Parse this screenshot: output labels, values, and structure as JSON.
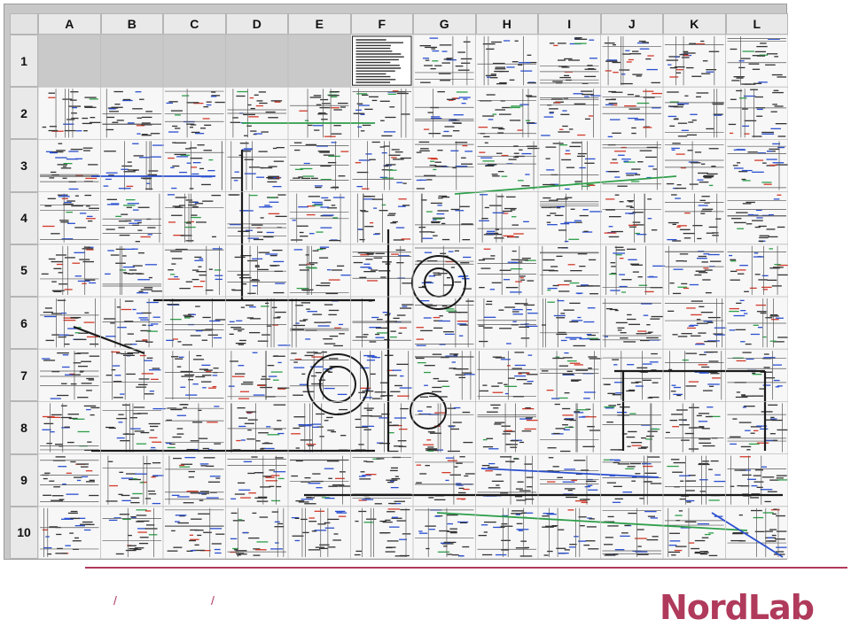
{
  "chart": {
    "columns": [
      "A",
      "B",
      "C",
      "D",
      "E",
      "F",
      "G",
      "H",
      "I",
      "J",
      "K",
      "L"
    ],
    "rows": [
      "1",
      "2",
      "3",
      "4",
      "5",
      "6",
      "7",
      "8",
      "9",
      "10"
    ],
    "colors": {
      "line_black": "#1a1a1a",
      "line_blue": "#2a4fd0",
      "line_red": "#d23a2a",
      "line_green": "#2e9e4a",
      "header_bg": "#e9e9e9",
      "blank_area": "#c9c9c9"
    }
  },
  "footer": {
    "slash_1": "/",
    "slash_2": "/"
  },
  "brand": {
    "logo_text": "NordLab",
    "color": "#b03a5b"
  }
}
